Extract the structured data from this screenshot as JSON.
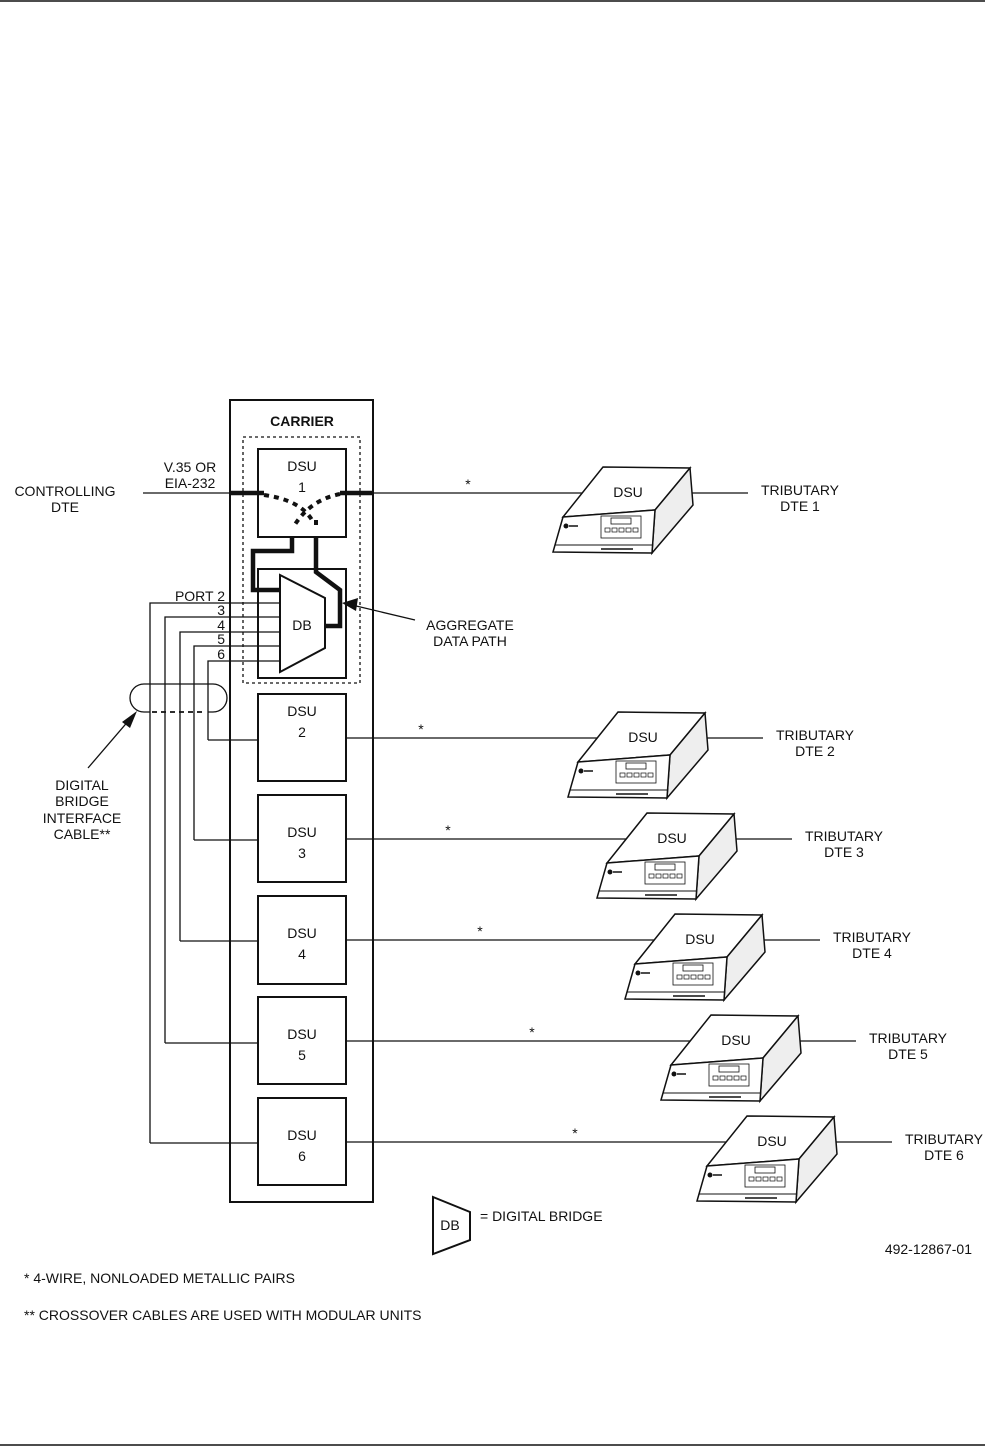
{
  "carrier": {
    "label": "CARRIER"
  },
  "controlling": {
    "line1": "CONTROLLING",
    "line2": "DTE",
    "iface1": "V.35 OR",
    "iface2": "EIA-232"
  },
  "dsu1": {
    "label": "DSU",
    "num": "1"
  },
  "db": {
    "label": "DB"
  },
  "ports": [
    "PORT 2",
    "3",
    "4",
    "5",
    "6"
  ],
  "aggregate": {
    "line1": "AGGREGATE",
    "line2": "DATA PATH"
  },
  "cable": {
    "lines": [
      "DIGITAL",
      "BRIDGE",
      "INTERFACE",
      "CABLE**"
    ]
  },
  "dsus": [
    {
      "label": "DSU",
      "num": "2"
    },
    {
      "label": "DSU",
      "num": "3"
    },
    {
      "label": "DSU",
      "num": "4"
    },
    {
      "label": "DSU",
      "num": "5"
    },
    {
      "label": "DSU",
      "num": "6"
    }
  ],
  "star": "*",
  "remote_units": [
    {
      "label": "DSU",
      "trib1": "TRIBUTARY",
      "trib2": "DTE 1"
    },
    {
      "label": "DSU",
      "trib1": "TRIBUTARY",
      "trib2": "DTE 2"
    },
    {
      "label": "DSU",
      "trib1": "TRIBUTARY",
      "trib2": "DTE 3"
    },
    {
      "label": "DSU",
      "trib1": "TRIBUTARY",
      "trib2": "DTE 4"
    },
    {
      "label": "DSU",
      "trib1": "TRIBUTARY",
      "trib2": "DTE 5"
    },
    {
      "label": "DSU",
      "trib1": "TRIBUTARY",
      "trib2": "DTE 6"
    }
  ],
  "legend": {
    "symbol": "DB",
    "meaning": "= DIGITAL BRIDGE"
  },
  "figure_id": "492-12867-01",
  "footnotes": [
    "* 4-WIRE, NONLOADED METALLIC PAIRS",
    "** CROSSOVER CABLES ARE USED WITH MODULAR UNITS"
  ]
}
